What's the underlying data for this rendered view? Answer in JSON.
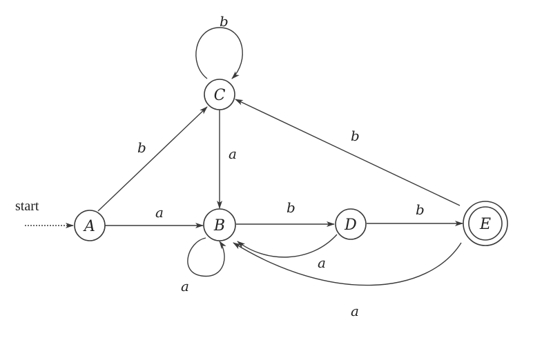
{
  "start_label": "start",
  "states": {
    "A": "A",
    "B": "B",
    "C": "C",
    "D": "D",
    "E": "E"
  },
  "accepting": [
    "E"
  ],
  "transitions": [
    {
      "from": "A",
      "to": "C",
      "label": "b"
    },
    {
      "from": "A",
      "to": "B",
      "label": "a"
    },
    {
      "from": "C",
      "to": "C",
      "label": "b"
    },
    {
      "from": "C",
      "to": "B",
      "label": "a"
    },
    {
      "from": "B",
      "to": "B",
      "label": "a"
    },
    {
      "from": "B",
      "to": "D",
      "label": "b"
    },
    {
      "from": "D",
      "to": "B",
      "label": "a"
    },
    {
      "from": "D",
      "to": "E",
      "label": "b"
    },
    {
      "from": "E",
      "to": "C",
      "label": "b"
    },
    {
      "from": "E",
      "to": "B",
      "label": "a"
    }
  ],
  "colors": {
    "stroke": "#3a3a3a",
    "text": "#222222",
    "background": "#ffffff"
  }
}
